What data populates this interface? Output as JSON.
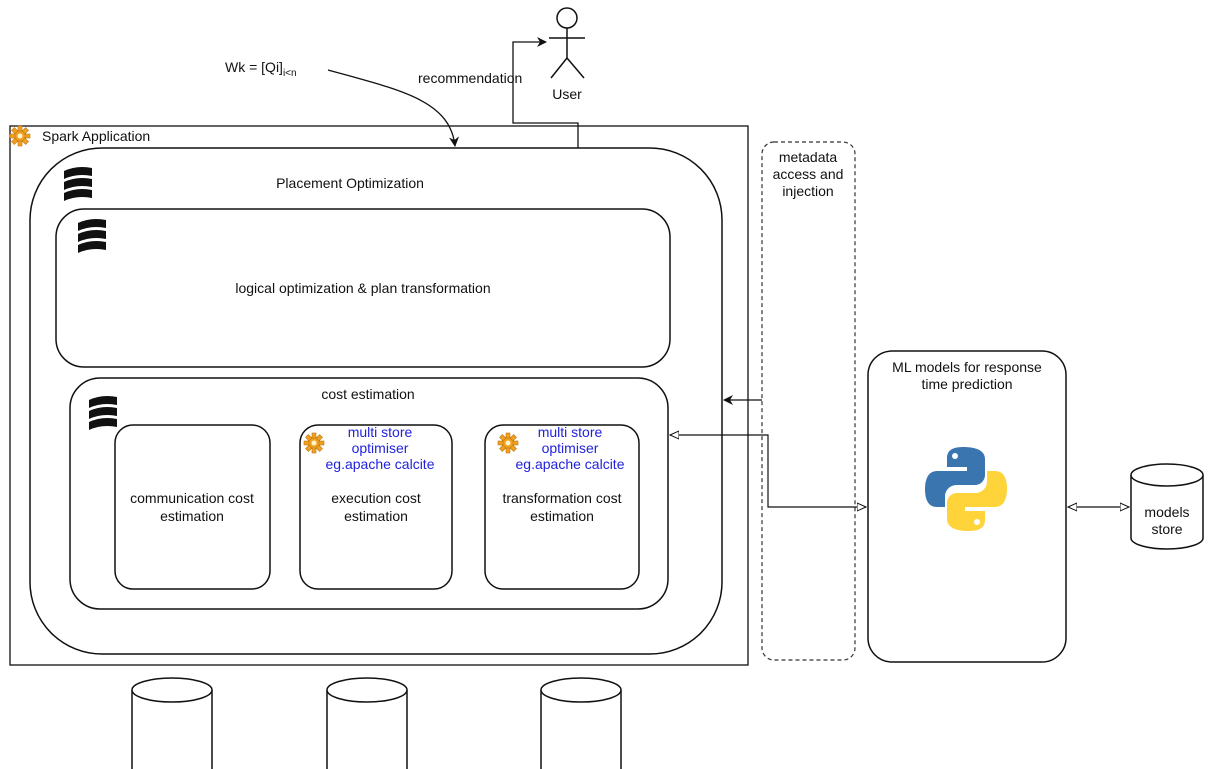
{
  "workload": {
    "label": "Wk = [Qi]",
    "subscript": "i<n"
  },
  "recommendation_label": "recommendation",
  "user_label": "User",
  "spark_app_label": "Spark Application",
  "placement_label": "Placement Optimization",
  "logical_label": "logical optimization & plan transformation",
  "cost_estimation_label": "cost estimation",
  "cards": [
    {
      "title_lines": [
        "communication cost",
        "estimation"
      ],
      "optimiser_lines": []
    },
    {
      "title_lines": [
        "execution cost",
        "estimation"
      ],
      "optimiser_lines": [
        "multi store",
        "optimiser",
        "eg.apache calcite"
      ]
    },
    {
      "title_lines": [
        "transformation cost",
        "estimation"
      ],
      "optimiser_lines": [
        "multi store",
        "optimiser",
        "eg.apache calcite"
      ]
    }
  ],
  "metadata_lines": [
    "metadata",
    "access and",
    "injection"
  ],
  "ml_lines": [
    "ML models for response",
    "time prediction"
  ],
  "models_store_lines": [
    "models",
    "store"
  ],
  "colors": {
    "optimiser_text": "#2222dd",
    "gear": "#f0a020",
    "python_blue": "#3a75b0",
    "python_yellow": "#ffd43b"
  },
  "icons": [
    "spark-gear-icon",
    "stack-icon",
    "python-logo-icon",
    "user-icon",
    "database-icon"
  ]
}
